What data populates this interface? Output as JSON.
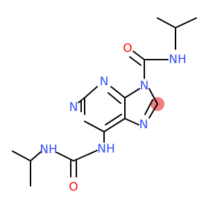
{
  "molecule": {
    "atoms": [
      {
        "id": "a1",
        "label": "O",
        "color": "#ff0d0d"
      },
      {
        "id": "a2",
        "label": "NH",
        "color": "#3050f8"
      },
      {
        "id": "a3",
        "label": "N",
        "color": "#3050f8"
      },
      {
        "id": "a4",
        "label": "N",
        "color": "#3050f8"
      },
      {
        "id": "a5",
        "label": "N",
        "color": "#3050f8"
      },
      {
        "id": "a6",
        "label": "N",
        "color": "#3050f8"
      },
      {
        "id": "a7",
        "label": "NH",
        "color": "#3050f8"
      },
      {
        "id": "a8",
        "label": "NH",
        "color": "#3050f8"
      },
      {
        "id": "a9",
        "label": "O",
        "color": "#ff0d0d"
      }
    ],
    "bond_color": "#000000",
    "highlight_color": "#f08080"
  }
}
